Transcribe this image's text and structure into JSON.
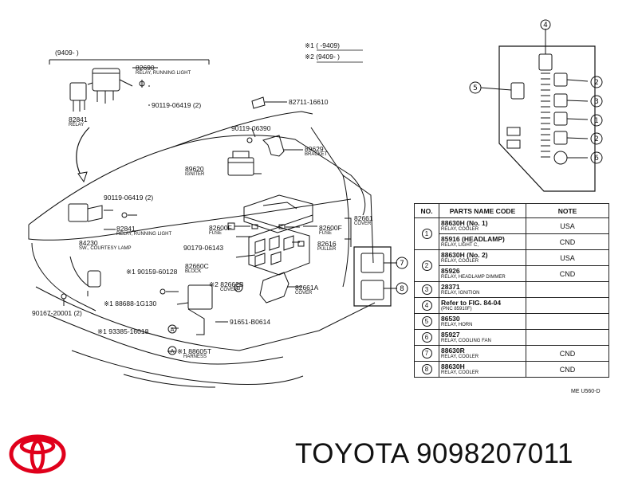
{
  "header_bracket": {
    "text": "(9409-      )"
  },
  "footnotes": {
    "n1": "※1 (        -9409)",
    "n2": "※2 (9409-        )"
  },
  "callouts": [
    {
      "key": "c82690",
      "num": "82690",
      "desc": "RELAY, RUNNING LIGHT"
    },
    {
      "key": "c90119a",
      "num": "90119-06419 (2)",
      "desc": ""
    },
    {
      "key": "c82841a",
      "num": "82841",
      "desc": "RELAY"
    },
    {
      "key": "c82711",
      "num": "82711-16610",
      "desc": ""
    },
    {
      "key": "c90119b",
      "num": "90119-06390",
      "desc": ""
    },
    {
      "key": "c89629",
      "num": "89629",
      "desc": "BRACKET"
    },
    {
      "key": "c89620",
      "num": "89620",
      "desc": "IGNITER"
    },
    {
      "key": "c90119c",
      "num": "90119-06419 (2)",
      "desc": ""
    },
    {
      "key": "c82841b",
      "num": "82841",
      "desc": "RELAY, RUNNING LIGHT"
    },
    {
      "key": "c84230",
      "num": "84230",
      "desc": "SW., COURTESY LAMP"
    },
    {
      "key": "c82600a",
      "num": "82600F",
      "desc": "FUSE"
    },
    {
      "key": "c90179",
      "num": "90179-06143",
      "desc": ""
    },
    {
      "key": "c82600b",
      "num": "82600F",
      "desc": "FUSE"
    },
    {
      "key": "c82661",
      "num": "82661",
      "desc": "COVER"
    },
    {
      "key": "c82616",
      "num": "82616",
      "desc": "PULLER"
    },
    {
      "key": "c82660",
      "num": "82660C",
      "desc": "BLOCK"
    },
    {
      "key": "c90159",
      "num": "※1 90159-60128",
      "desc": ""
    },
    {
      "key": "c82662",
      "num": "※2 82662B",
      "desc": "COVER"
    },
    {
      "key": "c82661a",
      "num": "82661A",
      "desc": "COVER"
    },
    {
      "key": "c88688",
      "num": "※1 88688-1G130",
      "desc": ""
    },
    {
      "key": "c90167",
      "num": "90167-20001 (2)",
      "desc": ""
    },
    {
      "key": "c91651",
      "num": "91651-B0614",
      "desc": ""
    },
    {
      "key": "c93385",
      "num": "※1 93385-16018",
      "desc": ""
    },
    {
      "key": "c88605",
      "num": "※1 88605T",
      "desc": "HARNESS"
    }
  ],
  "small_markers": {
    "A": "A",
    "B": "B"
  },
  "relay_block_markers": [
    "4",
    "5",
    "2",
    "3",
    "1",
    "2",
    "6"
  ],
  "side_block_markers": [
    "7",
    "8"
  ],
  "table": {
    "headers": [
      "NO.",
      "PARTS NAME CODE",
      "NOTE"
    ],
    "rows": [
      {
        "no": "1",
        "code": "88630H (No. 1)",
        "name": "RELAY, COOLER",
        "note": "USA"
      },
      {
        "no": "",
        "code": "85916 (HEADLAMP)",
        "name": "RELAY, LIGHT C,",
        "note": "CND"
      },
      {
        "no": "2",
        "code": "88630H (No. 2)",
        "name": "RELAY, COOLER",
        "note": "USA"
      },
      {
        "no": "",
        "code": "85926",
        "name": "RELAY, HEADLAMP DIMMER",
        "note": "CND"
      },
      {
        "no": "3",
        "code": "28371",
        "name": "RELAY, IGNITION",
        "note": ""
      },
      {
        "no": "4",
        "code": "Refer to FIG. 84-04",
        "name": "(PNC 85910F)",
        "note": ""
      },
      {
        "no": "5",
        "code": "86530",
        "name": "RELAY, HORN",
        "note": ""
      },
      {
        "no": "6",
        "code": "85927",
        "name": "RELAY, COOLING FAN",
        "note": ""
      },
      {
        "no": "7",
        "code": "88630R",
        "name": "RELAY, COOLER",
        "note": "CND"
      },
      {
        "no": "8",
        "code": "88630H",
        "name": "RELAY, COOLER",
        "note": "CND"
      }
    ]
  },
  "ref_code": "ME  U560-D",
  "brand": "TOYOTA 9098207011",
  "colors": {
    "brand_red": "#e0001b",
    "ink": "#111111"
  }
}
